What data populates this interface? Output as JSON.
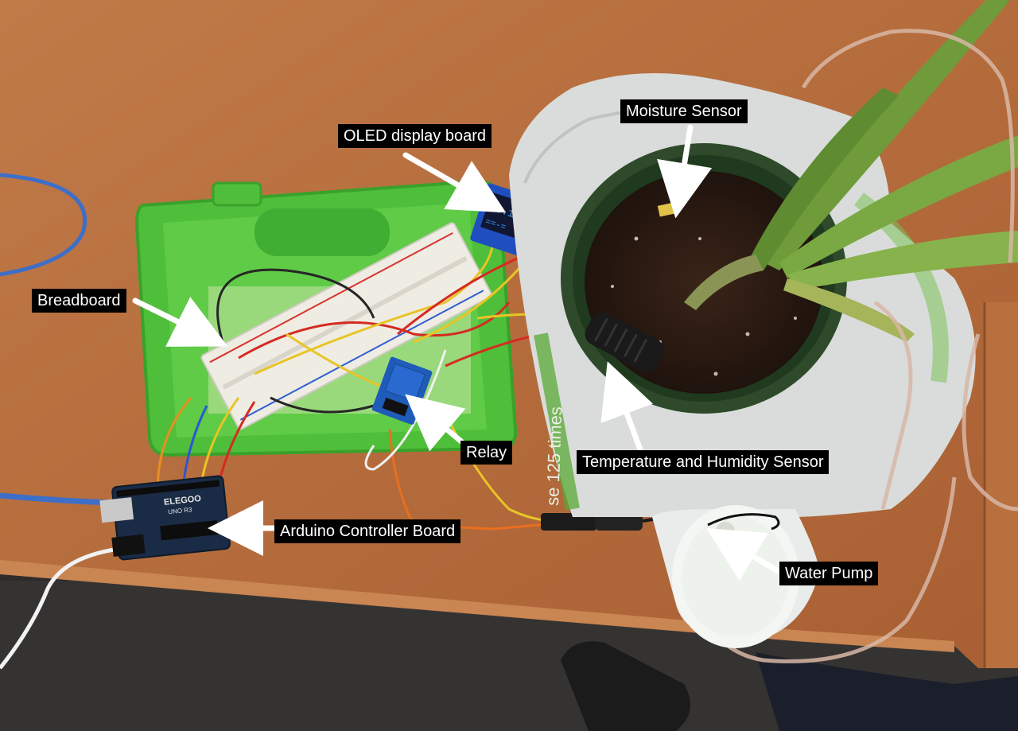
{
  "photo": {
    "labels": {
      "oled": "OLED display board",
      "moisture": "Moisture Sensor",
      "breadboard": "Breadboard",
      "relay": "Relay",
      "temp_humidity": "Temperature and Humidity Sensor",
      "arduino": "Arduino Controller Board",
      "pump": "Water Pump"
    },
    "printed_text": {
      "board_brand": "ELEGOO",
      "board_model": "UNO R3",
      "bag_text": "se 125 times"
    },
    "colors": {
      "table": "#b86f3f",
      "table_edge": "#c98552",
      "carpet": "#2d2c2b",
      "tray": "#55c53f",
      "arduino": "#1a2b45",
      "oled_screen": "#111633",
      "oled_text": "#36a8ff",
      "relay": "#1f5bb8",
      "pot": "#2e4a2a",
      "soil": "#2a1a12",
      "leaf": "#6f9b3a",
      "bag": "#d9dcda",
      "cup": "#f4f6f4",
      "label_bg": "#000000",
      "label_text": "#ffffff",
      "arrow": "#ffffff"
    }
  }
}
